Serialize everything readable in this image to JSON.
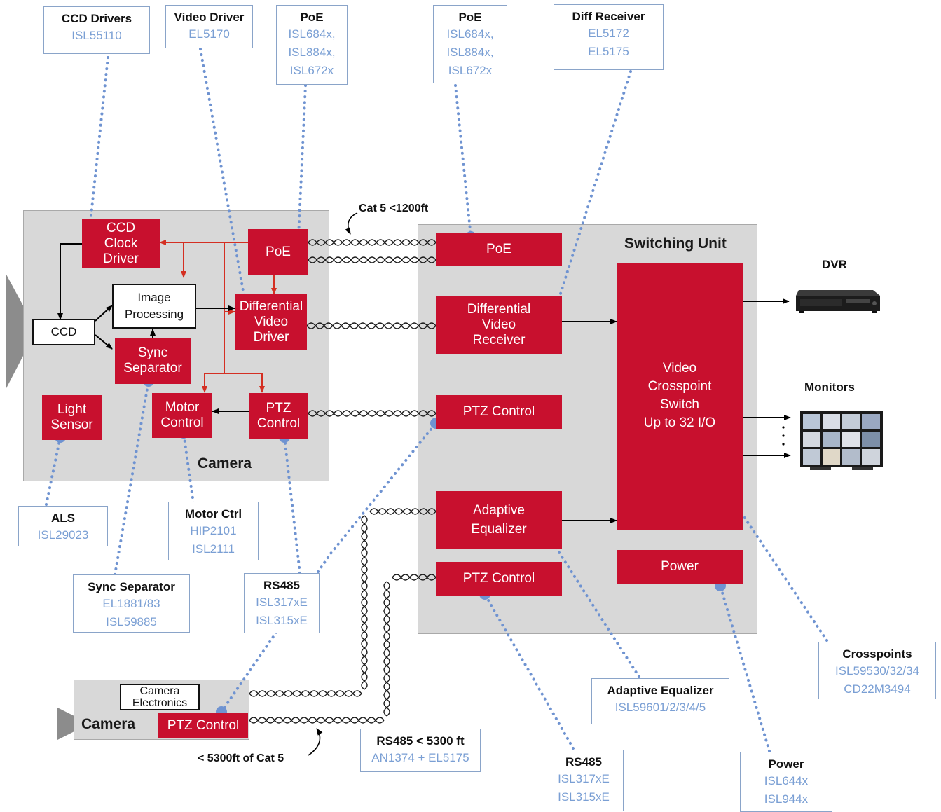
{
  "camera_region": {
    "label": "Camera"
  },
  "switching_region": {
    "label": "Switching Unit"
  },
  "remote_camera_region": {
    "label": "Camera"
  },
  "camera_blocks": {
    "ccd_clock_driver": "CCD\nClock\nDriver",
    "poe": "PoE",
    "image_processing": "Image\nProcessing",
    "ccd": "CCD",
    "differential_video_driver": "Differential\nVideo Driver",
    "sync_separator": "Sync\nSeparator",
    "light_sensor": "Light\nSensor",
    "motor_control": "Motor\nControl",
    "ptz_control": "PTZ\nControl"
  },
  "switching_blocks": {
    "poe": "PoE",
    "differential_video_receiver": "Differential\nVideo\nReceiver",
    "ptz_control": "PTZ Control",
    "adaptive_equalizer": "Adaptive\nEqualizer",
    "ptz_control_2": "PTZ Control",
    "crosspoint_switch": "Video\nCrosspoint\nSwitch\nUp to 32 I/O",
    "power": "Power"
  },
  "remote_camera_blocks": {
    "camera_electronics": "Camera\nElectronics",
    "ptz_control": "PTZ Control"
  },
  "outputs": {
    "dvr": "DVR",
    "monitors": "Monitors"
  },
  "link_labels": {
    "cat5_top": "Cat 5 <1200ft",
    "cat5_bottom": "< 5300ft of Cat 5"
  },
  "callouts": {
    "ccd_drivers": {
      "title": "CCD Drivers",
      "parts": "ISL55110"
    },
    "video_driver": {
      "title": "Video Driver",
      "parts": "EL5170"
    },
    "poe_camera": {
      "title": "PoE",
      "parts": "ISL684x,\nISL884x,\nISL672x"
    },
    "poe_switch": {
      "title": "PoE",
      "parts": "ISL684x,\nISL884x,\nISL672x"
    },
    "diff_receiver": {
      "title": "Diff Receiver",
      "parts": "EL5172\nEL5175"
    },
    "als": {
      "title": "ALS",
      "parts": "ISL29023"
    },
    "motor_ctrl": {
      "title": "Motor Ctrl",
      "parts": "HIP2101\nISL2111"
    },
    "sync_separator": {
      "title": "Sync Separator",
      "parts": "EL1881/83\nISL59885"
    },
    "rs485_camera": {
      "title": "RS485",
      "parts": "ISL317xE\nISL315xE"
    },
    "rs485_link": {
      "title": "RS485 < 5300 ft",
      "parts": "AN1374 + EL5175"
    },
    "rs485_switch": {
      "title": "RS485",
      "parts": "ISL317xE\nISL315xE"
    },
    "adaptive_equalizer": {
      "title": "Adaptive Equalizer",
      "parts": "ISL59601/2/3/4/5"
    },
    "power": {
      "title": "Power",
      "parts": "ISL644x\nISL944x"
    },
    "crosspoints": {
      "title": "Crosspoints",
      "parts": "ISL59530/32/34\nCD22M3494"
    }
  },
  "colors": {
    "block_red": "#c8102e",
    "region_gray": "#d8d8d8",
    "callout_blue": "#7a9fd4",
    "leader_dot": "#6f93d1",
    "connector_red": "#d42f22"
  }
}
